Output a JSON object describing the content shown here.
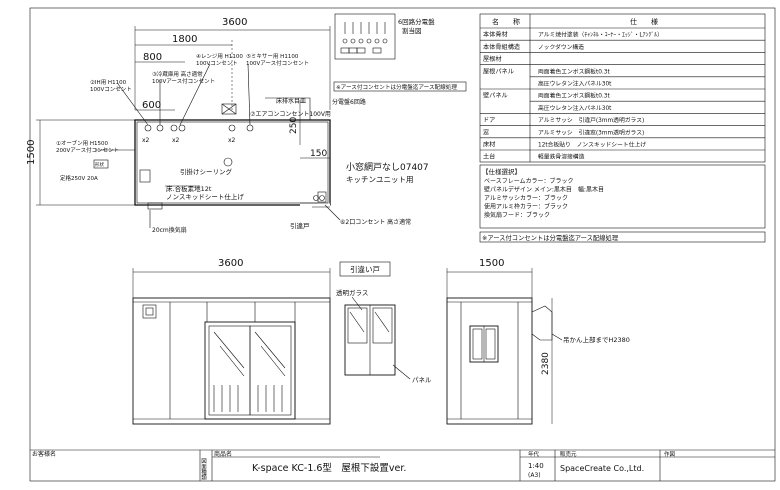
{
  "plan": {
    "dim_width": "3600",
    "dim_1800": "1800",
    "dim_800": "800",
    "dim_600": "600",
    "dim_depth": "1500",
    "dim_250": "250",
    "dim_150": "150",
    "label_oven": "①オーブン用 H1500",
    "label_oven2": "200Vアース付コンセント",
    "label_hob": "②IH用 H1100",
    "label_hob2": "100Vコンセント",
    "label_fridge": "③冷蔵庫用 高さ適常",
    "label_fridge2": "100Vアース付コンセント",
    "label_range": "④レンジ用 H1100",
    "label_range2": "100Vコンセント",
    "label_mixer": "⑤ミキサー用 H1100",
    "label_mixer2": "100Vアース付コンセント",
    "label_aircon": "⑦エアコンコンセント100V用",
    "label_floorbox": "床排水目皿",
    "label_panel": "分電盤6回路",
    "label_window": "小窓網戸なし07407",
    "label_kitchen": "キッチンユニット用",
    "label_ceiling": "引掛けシーリング",
    "label_floor": "床.合板素地12t",
    "label_floor2": "ノンスキッドシート仕上げ",
    "label_door": "引違戸",
    "label_outlet2": "⑥2口コンセント 高さ適常",
    "label_fan": "20cm換気扇",
    "label_breaker": "定格250V 20A",
    "label_breaker_box": "形状",
    "label_x2": "x2"
  },
  "panel_box": {
    "title": "6回路分電盤",
    "subtitle": "割当図",
    "note": "※アース付コンセントは分電盤迄アース配線処理"
  },
  "spec": {
    "header_name": "名　　称",
    "header_spec": "仕　　様",
    "rows": [
      {
        "name": "本体骨材",
        "spec": "アルミ焼付塗装（ﾁｬﾝﾈﾙ・ｺｰﾅｰ・ｴｯｼﾞ・Lｱﾝｸﾞﾙ）"
      },
      {
        "name": "本体骨組構造",
        "spec": "ノックダウン構造"
      },
      {
        "name": "屋根材",
        "spec": ""
      },
      {
        "name": "屋根パネル",
        "spec": "両面着色エンボス鋼板t0.3t"
      },
      {
        "name": "",
        "spec": "高圧ウレタン注入パネル30t"
      },
      {
        "name": "壁パネル",
        "spec": "両面着色エンボス鋼板t0.3t"
      },
      {
        "name": "",
        "spec": "高圧ウレタン注入パネル30t"
      },
      {
        "name": "ドア",
        "spec": "アルミサッシ　引違戸(3mm透明ガラス)"
      },
      {
        "name": "窓",
        "spec": "アルミサッシ　引違窓(3mm透明ガラス)"
      },
      {
        "name": "床材",
        "spec": "12t合板貼り　ノンスキッドシート仕上げ"
      },
      {
        "name": "土台",
        "spec": "軽量鉄骨溶接構造"
      }
    ],
    "options_title": "【仕様選択】",
    "options": [
      "ベースフレームカラー：ブラック",
      "壁パネルデザイン メイン:黒木目　幅:黒木目",
      "アルミサッシカラー：ブラック",
      "使用アルミ枠カラー：ブラック",
      "換気扇フード：ブラック"
    ],
    "note": "※アース付コンセントは分電盤迄アース配線処理"
  },
  "elevations": {
    "front_dim": "3600",
    "side_dim": "1500",
    "door_title": "引違い戸",
    "glass_label": "透明ガラス",
    "panel_label": "パネル",
    "eave_label": "吊かん上部までH2380",
    "height_dim": "2380"
  },
  "title_block": {
    "client_label": "お客様名",
    "product_label": "商品名",
    "drawing_label": "図面種類",
    "title": "K-space KC-1.6型　屋根下設置ver.",
    "date_label": "年代",
    "sales_label": "販売元",
    "maker_label": "作図",
    "scale": "1:40",
    "scale_size": "(A3)",
    "company": "SpaceCreate Co.,Ltd."
  }
}
